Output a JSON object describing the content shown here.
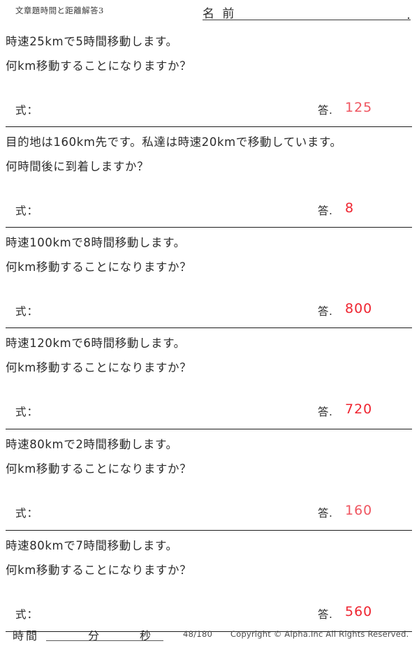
{
  "header": {
    "doc_title": "文章題時間と距離解答3",
    "name_label": "名 前",
    "name_value": "",
    "name_end_dot": "."
  },
  "problems": [
    {
      "line1": "時速25kmで5時間移動します。",
      "line2": "何km移動することになりますか？",
      "shiki_label": "式：",
      "shiki_value": "",
      "answer_label": "答.",
      "answer_value": "125",
      "answer_tone": "soft"
    },
    {
      "line1": "目的地は160km先です。私達は時速20kmで移動しています。",
      "line2": "何時間後に到着しますか？",
      "shiki_label": "式：",
      "shiki_value": "",
      "answer_label": "答.",
      "answer_value": "8",
      "answer_tone": "bright"
    },
    {
      "line1": "時速100kmで8時間移動します。",
      "line2": "何km移動することになりますか？",
      "shiki_label": "式：",
      "shiki_value": "",
      "answer_label": "答.",
      "answer_value": "800",
      "answer_tone": "bright"
    },
    {
      "line1": "時速120kmで6時間移動します。",
      "line2": "何km移動することになりますか？",
      "shiki_label": "式：",
      "shiki_value": "",
      "answer_label": "答.",
      "answer_value": "720",
      "answer_tone": "bright"
    },
    {
      "line1": "時速80kmで2時間移動します。",
      "line2": "何km移動することになりますか？",
      "shiki_label": "式：",
      "shiki_value": "",
      "answer_label": "答.",
      "answer_value": "160",
      "answer_tone": "soft"
    },
    {
      "line1": "時速80kmで7時間移動します。",
      "line2": "何km移動することになりますか？",
      "shiki_label": "式：",
      "shiki_value": "",
      "answer_label": "答.",
      "answer_value": "560",
      "answer_tone": "bright"
    }
  ],
  "footer": {
    "time_label": "時間",
    "time_value": "",
    "minutes_label": "分",
    "minutes_value": "",
    "seconds_label": "秒",
    "seconds_value": "",
    "page_number": "48/180",
    "copyright": "Copyright ©  Alpha.Inc All Rights Reserved."
  },
  "colors": {
    "answer_red_bright": "#ef2430",
    "answer_red_soft": "#ef5560",
    "ink": "#2b2b2b",
    "rule": "#1d1d1d",
    "paper": "#ffffff"
  }
}
